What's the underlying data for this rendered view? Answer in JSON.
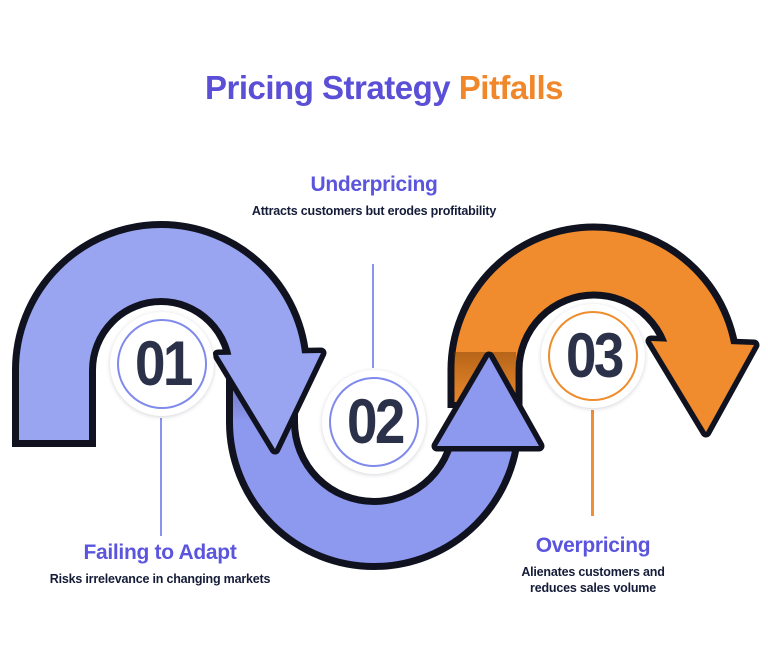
{
  "title": {
    "text_primary": "Pricing Strategy",
    "text_accent": "Pitfalls"
  },
  "steps": [
    {
      "number": "01",
      "label": "Failing to Adapt",
      "description": "Risks irrelevance in changing markets",
      "accent_color": "#8a94ee",
      "caption_position": "below"
    },
    {
      "number": "02",
      "label": "Underpricing",
      "description": "Attracts customers but erodes profitability",
      "accent_color": "#8a94ee",
      "caption_position": "above"
    },
    {
      "number": "03",
      "label": "Overpricing",
      "description": "Alienates customers and reduces sales volume",
      "accent_color": "#ef8e33",
      "caption_position": "below"
    }
  ],
  "colors": {
    "title_purple": "#5a4fd6",
    "title_orange": "#f1872b",
    "heading_purple": "#5b55de",
    "body_text_dark": "#151c38",
    "arrow_periwinkle": "#9aa5f2",
    "arrow_periwinkle_dark": "#8d98ef",
    "arrow_orange": "#f18c2e",
    "arrow_outline_black": "#10131f",
    "number_navy": "#2b3149",
    "background": "#ffffff"
  }
}
